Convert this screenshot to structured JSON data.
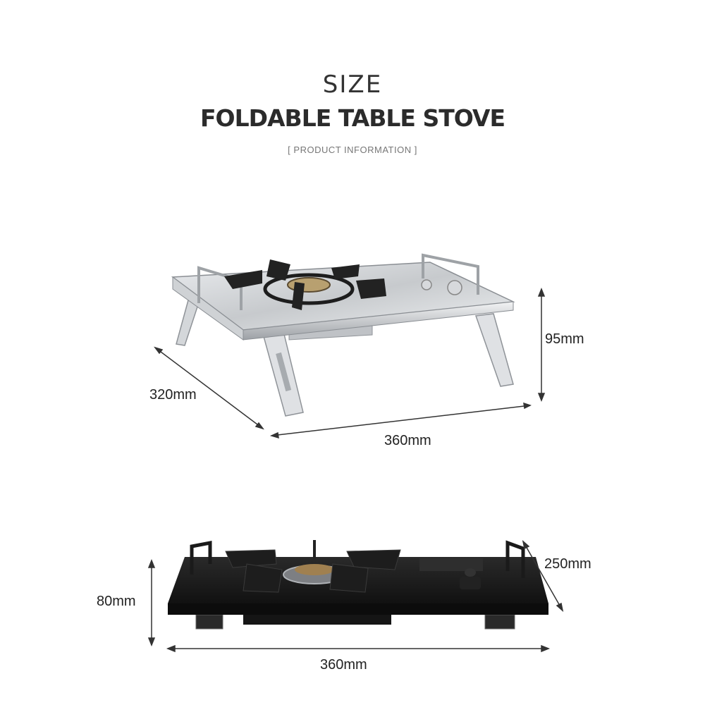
{
  "header": {
    "title": "SIZE",
    "subtitle": "FOLDABLE TABLE STOVE",
    "tag": "[ PRODUCT INFORMATION ]"
  },
  "top_view": {
    "depth": "320mm",
    "height": "95mm",
    "width": "360mm"
  },
  "bottom_view": {
    "height": "80mm",
    "depth": "250mm",
    "width": "360mm"
  },
  "colors": {
    "steel": "#c9ccd0",
    "black_finish": "#1c1c1c",
    "text": "#222222"
  }
}
